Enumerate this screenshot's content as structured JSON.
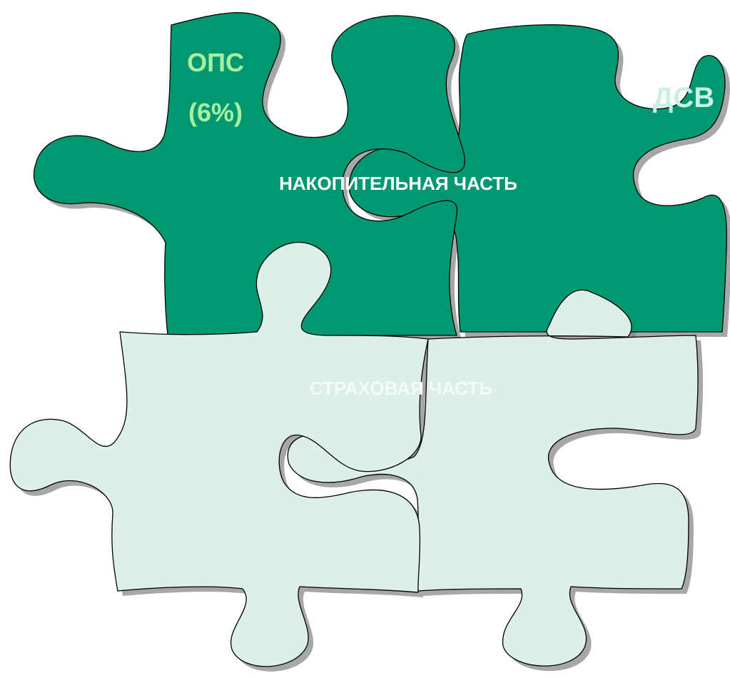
{
  "diagram": {
    "labels": {
      "ops_line1": "ОПС",
      "ops_line2": "(6%)",
      "dsv": "ДСВ",
      "funded_part": "НАКОПИТЕЛЬНАЯ ЧАСТЬ",
      "insurance_part": "СТРАХОВАЯ ЧАСТЬ"
    },
    "pieces": [
      {
        "name": "top-left",
        "group": "funded"
      },
      {
        "name": "top-right",
        "group": "funded"
      },
      {
        "name": "bottom-left",
        "group": "insurance"
      },
      {
        "name": "bottom-right",
        "group": "insurance"
      }
    ],
    "colors": {
      "funded_fill": "#009870",
      "insurance_fill": "#dcf0e8",
      "ops_text": "#a8f0a0",
      "dsv_text": "#c8f2e6",
      "funded_text": "#ffffff",
      "insurance_text": "#f4fbf7"
    }
  }
}
